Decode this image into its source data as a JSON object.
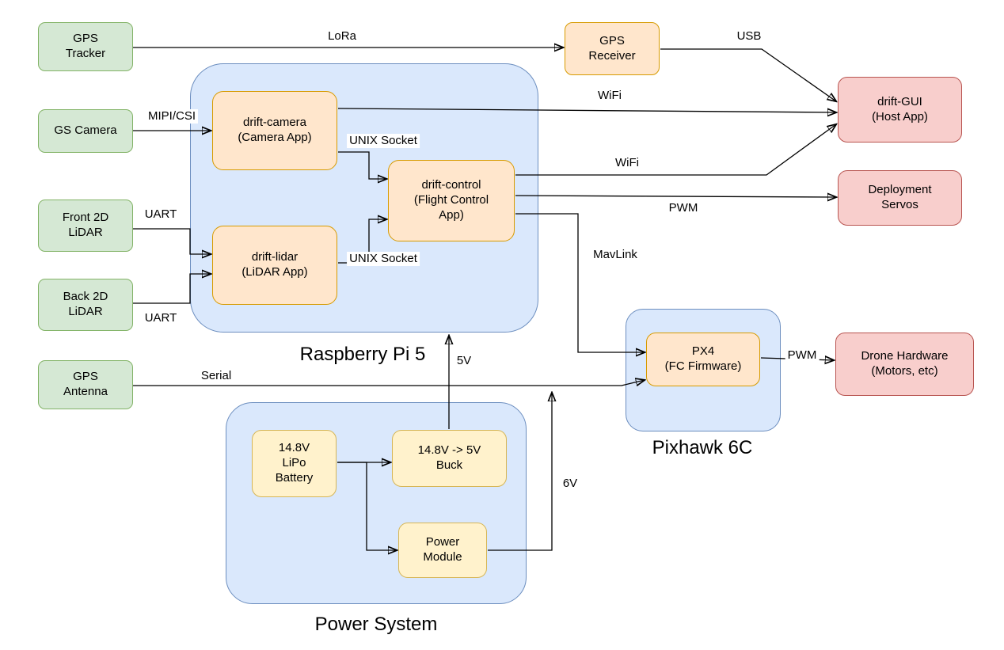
{
  "palette": {
    "background": "#ffffff",
    "green_fill": "#d5e8d4",
    "green_stroke": "#82b366",
    "orange_fill": "#ffe6cc",
    "orange_stroke": "#d79b00",
    "yellow_fill": "#fff2cc",
    "yellow_stroke": "#d6b656",
    "red_fill": "#f8cecc",
    "red_stroke": "#b85450",
    "blue_fill": "#dae8fc",
    "blue_stroke": "#6c8ebf",
    "edge_color": "#000000"
  },
  "containers": {
    "raspberry_pi": "Raspberry Pi 5",
    "power_system": "Power System",
    "pixhawk": "Pixhawk 6C"
  },
  "nodes": {
    "gps_tracker": "GPS\nTracker",
    "gs_camera": "GS Camera",
    "front_lidar": "Front 2D\nLiDAR",
    "back_lidar": "Back 2D\nLiDAR",
    "gps_antenna": "GPS\nAntenna",
    "gps_receiver": "GPS\nReceiver",
    "drift_camera": "drift-camera\n(Camera App)",
    "drift_control": "drift-control\n(Flight Control\nApp)",
    "drift_lidar": "drift-lidar\n(LiDAR App)",
    "px4": "PX4\n(FC Firmware)",
    "lipo_battery": "14.8V\nLiPo\nBattery",
    "buck": "14.8V -> 5V\nBuck",
    "power_module": "Power\nModule",
    "drift_gui": "drift-GUI\n(Host App)",
    "deployment_servos": "Deployment\nServos",
    "drone_hardware": "Drone Hardware\n(Motors, etc)"
  },
  "edge_labels": {
    "lora": "LoRa",
    "usb": "USB",
    "mipi_csi": "MIPI/CSI",
    "wifi_camera": "WiFi",
    "wifi_control": "WiFi",
    "unix_socket_camera": "UNIX Socket",
    "unix_socket_lidar": "UNIX Socket",
    "uart_front": "UART",
    "uart_back": "UART",
    "pwm_servos": "PWM",
    "mavlink": "MavLink",
    "serial": "Serial",
    "power_5v": "5V",
    "power_6v": "6V",
    "pwm_drone": "PWM"
  }
}
